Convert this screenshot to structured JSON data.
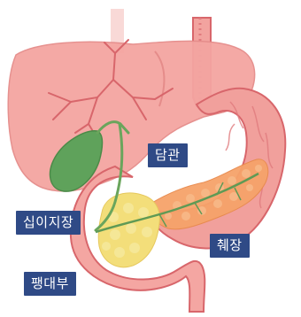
{
  "labels": {
    "bile_duct": "담관",
    "duodenum": "십이지장",
    "pancreas": "췌장",
    "ampulla": "팽대부"
  },
  "colors": {
    "label_bg": "#2f4a86",
    "label_text": "#ffffff",
    "liver": "#f4a5a1",
    "liver_shadow": "#e58c8a",
    "vessel": "#d8666b",
    "gallbladder": "#5fa25b",
    "duct": "#6aa55c",
    "pancreas": "#f6a36a",
    "fat": "#f3de7a",
    "stomach": "#f1a09c"
  }
}
